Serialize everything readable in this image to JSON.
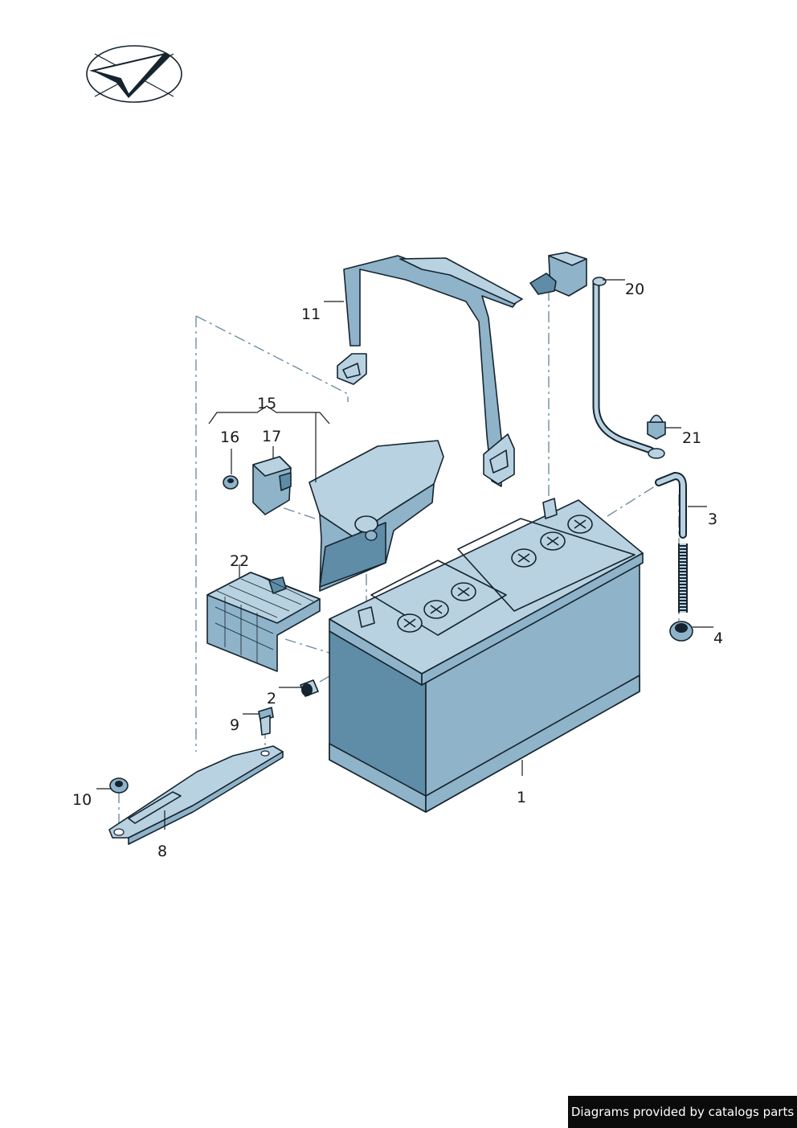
{
  "callouts": [
    {
      "id": "1",
      "text": "1"
    },
    {
      "id": "2",
      "text": "2"
    },
    {
      "id": "3",
      "text": "3"
    },
    {
      "id": "4",
      "text": "4"
    },
    {
      "id": "8",
      "text": "8"
    },
    {
      "id": "9",
      "text": "9"
    },
    {
      "id": "10",
      "text": "10"
    },
    {
      "id": "11",
      "text": "11"
    },
    {
      "id": "15",
      "text": "15"
    },
    {
      "id": "16",
      "text": "16"
    },
    {
      "id": "17",
      "text": "17"
    },
    {
      "id": "20",
      "text": "20"
    },
    {
      "id": "21",
      "text": "21"
    },
    {
      "id": "22",
      "text": "22"
    }
  ],
  "footer": {
    "credit_text": "Diagrams provided by catalogs parts"
  },
  "colors": {
    "line": "#15242e",
    "fill_light": "#b8d2e2",
    "fill_mid": "#8fb3c9",
    "fill_dark": "#5f8ca6",
    "dash": "#6f8fa0",
    "credit_bg": "#0b0b0b"
  }
}
